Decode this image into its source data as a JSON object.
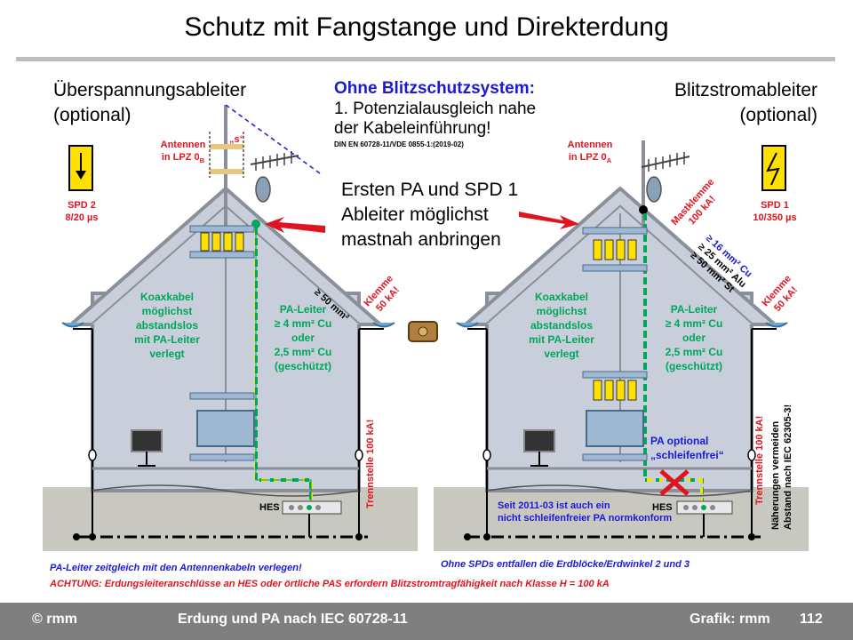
{
  "title": "Schutz mit Fangstange und Direkterdung",
  "left": {
    "heading_line1": "Überspannungsableiter",
    "heading_line2": "(optional)",
    "spd_label": "SPD 2",
    "spd_rating": "8/20 µs",
    "antenna_label_line1": "Antennen",
    "antenna_label_line2": "in LPZ 0",
    "antenna_label_sub": "B",
    "s_label": "„s“",
    "coax_label": [
      "Koaxkabel",
      "möglichst",
      "abstandslos",
      "mit PA-Leiter",
      "verlegt"
    ],
    "pa_label": [
      "PA-Leiter",
      "≥ 4 mm² Cu",
      "oder",
      "2,5 mm² Cu",
      "(geschützt)"
    ],
    "cross_section": "≥ 50 mm²",
    "clamp": [
      "Klemme",
      "50 kA!"
    ],
    "trennstelle": "Trennstelle 100 kA!",
    "hes": "HES"
  },
  "center": {
    "heading": "Ohne Blitzschutzsystem:",
    "text_line1": "1. Potenzialausgleich nahe",
    "text_line2": "der Kabeleinführung!",
    "norm": "DIN EN 60728-11/VDE 0855-1:(2019-02)",
    "note_line1": "Ersten PA und SPD 1",
    "note_line2": "Ableiter möglichst",
    "note_line3": "mastnah anbringen"
  },
  "right": {
    "heading_line1": "Blitzstromableiter",
    "heading_line2": "(optional)",
    "spd_label": "SPD 1",
    "spd_rating": "10/350 µs",
    "antenna_label_line1": "Antennen",
    "antenna_label_line2": "in LPZ 0",
    "antenna_label_sub": "A",
    "mast_clamp": [
      "Mastklemme",
      "100 kA!"
    ],
    "cross_sections": [
      "≥ 16 mm² Cu",
      "≥ 25 mm² Alu",
      "≥ 50 mm² St"
    ],
    "clamp": [
      "Klemme",
      "50 kA!"
    ],
    "coax_label": [
      "Koaxkabel",
      "möglichst",
      "abstandslos",
      "mit PA-Leiter",
      "verlegt"
    ],
    "pa_label": [
      "PA-Leiter",
      "≥ 4 mm² Cu",
      "oder",
      "2,5 mm² Cu",
      "(geschützt)"
    ],
    "pa_optional": [
      "PA optional",
      "„schleifenfrei“"
    ],
    "trennstelle": "Trennstelle 100 kA!",
    "proximity": [
      "Näherungen vermeiden",
      "Abstand nach IEC 62305-3!"
    ],
    "hes": "HES",
    "since_note": [
      "Seit 2011-03 ist auch ein",
      "nicht schleifenfreier PA normkonform"
    ]
  },
  "notes": {
    "spd_note": "Ohne SPDs entfallen die Erdblöcke/Erdwinkel 2 und 3",
    "pa_note": "PA-Leiter zeitgleich mit den Antennenkabeln verlegen!",
    "warning": "ACHTUNG: Erdungsleiteranschlüsse  an HES oder örtliche PAS erfordern Blitzstromtragfähigkeit nach Klasse H = 100 kA"
  },
  "footer": {
    "copyright": "© rmm",
    "topic": "Erdung und PA nach IEC 60728-11",
    "credit": "Grafik: rmm",
    "page": "112"
  },
  "colors": {
    "ground": "#c8c8c0",
    "house": "#c9cfda",
    "house_edge": "#8a8f99",
    "pa_green": "#00a65a",
    "pa_yellow": "#f2e600",
    "spd_yellow": "#ffe000",
    "red": "#e0141e",
    "blue": "#1a1ad6",
    "footer": "#7f7f7f"
  }
}
